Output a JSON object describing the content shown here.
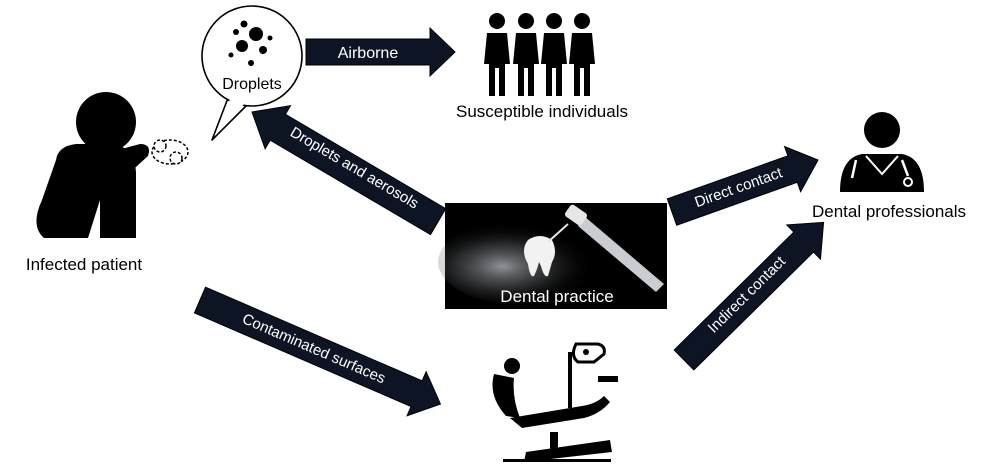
{
  "diagram": {
    "colors": {
      "ink": "#000000",
      "arrow": "#0d1525",
      "bg": "#ffffff",
      "photo": "#000000"
    },
    "nodes": {
      "infected_patient": "Infected patient",
      "droplets": "Droplets",
      "susceptible_individuals": "Susceptible individuals",
      "dental_professionals": "Dental professionals",
      "dental_practice": "Dental practice"
    },
    "arrows": {
      "airborne": "Airborne",
      "droplets_and_aerosols": "Droplets and aerosols",
      "direct_contact": "Direct contact",
      "indirect_contact": "Indirect contact",
      "contaminated_surfaces": "Contaminated surfaces"
    }
  }
}
